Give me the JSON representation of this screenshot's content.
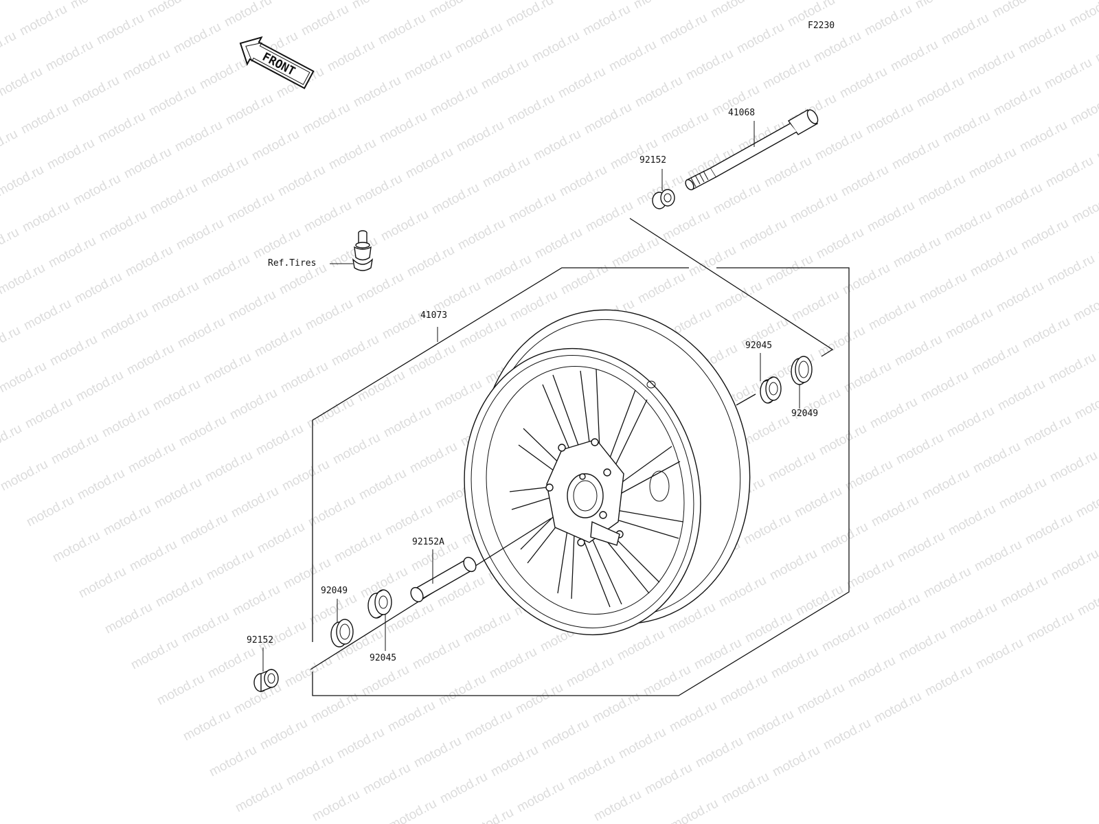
{
  "diagram": {
    "code": "F2230",
    "watermark": "motod.ru",
    "front_label": "FRONT",
    "ref_label": "Ref.Tires",
    "parts": {
      "wheel": "41073",
      "axle": "41068",
      "collar_top": "92152",
      "bearing_right": "92045",
      "seal_right": "92049",
      "spacer": "92152A",
      "seal_left": "92049",
      "bearing_left": "92045",
      "collar_bottom": "92152"
    },
    "colors": {
      "line": "#111111",
      "watermark": "#dcdcdc",
      "background": "#ffffff"
    }
  }
}
